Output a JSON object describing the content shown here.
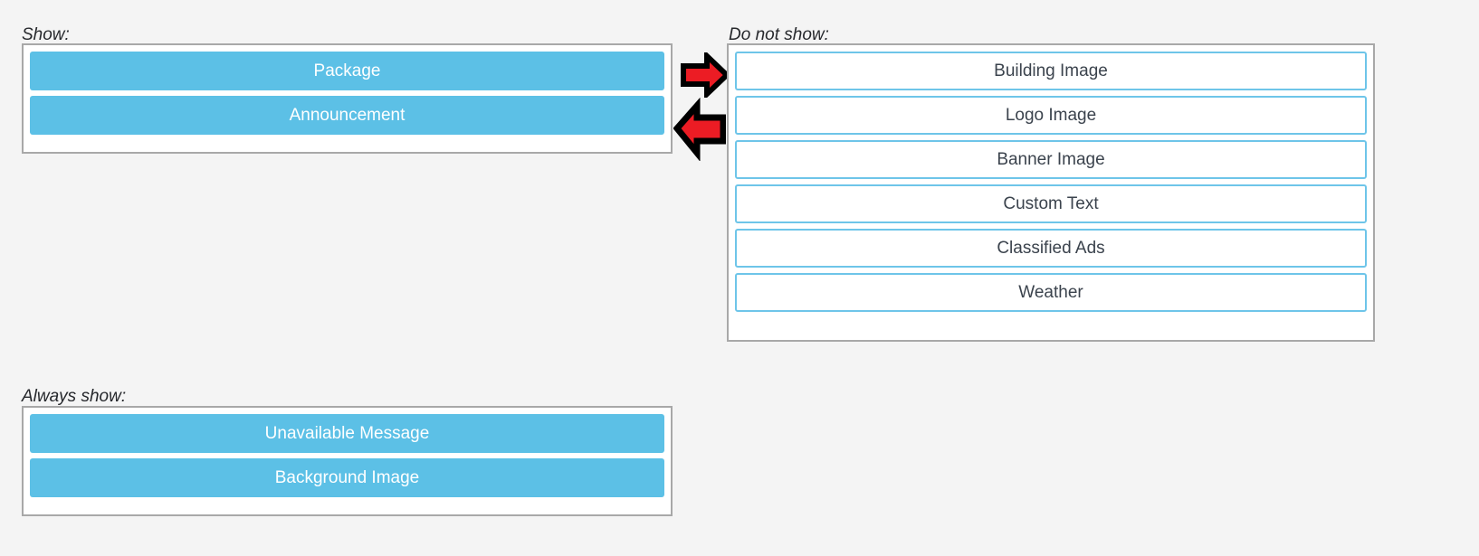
{
  "colors": {
    "page_background": "#f4f4f4",
    "selected_item_background": "#5cc0e6",
    "selected_item_text": "#ffffff",
    "unselected_item_border": "#6ec5e9",
    "unselected_item_text": "#3b434d",
    "panel_border": "#a8a8a8",
    "arrow_fill": "#ec1c24",
    "arrow_outline": "#000000"
  },
  "show_panel": {
    "label": "Show:",
    "items": [
      {
        "label": "Package"
      },
      {
        "label": "Announcement"
      }
    ]
  },
  "do_not_show_panel": {
    "label": "Do not show:",
    "items": [
      {
        "label": "Building Image"
      },
      {
        "label": "Logo Image"
      },
      {
        "label": "Banner Image"
      },
      {
        "label": "Custom Text"
      },
      {
        "label": "Classified Ads"
      },
      {
        "label": "Weather"
      }
    ]
  },
  "always_show_panel": {
    "label": "Always show:",
    "items": [
      {
        "label": "Unavailable Message"
      },
      {
        "label": "Background Image"
      }
    ]
  },
  "arrows": {
    "move_right": {
      "icon": "arrow-right-icon"
    },
    "move_left": {
      "icon": "arrow-left-icon"
    }
  }
}
